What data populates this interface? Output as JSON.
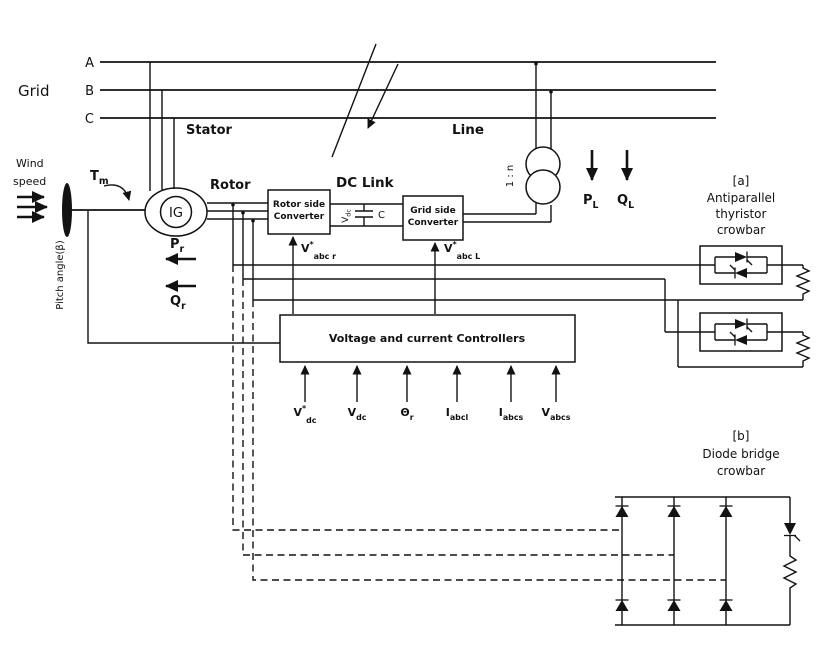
{
  "colors": {
    "ink": "#121212",
    "background": "#ffffff"
  },
  "grid": {
    "label": "Grid",
    "phases": [
      "A",
      "B",
      "C"
    ]
  },
  "machine": {
    "ig": "IG",
    "stator": "Stator",
    "rotor": "Rotor"
  },
  "wind": {
    "line1": "Wind",
    "line2": "speed"
  },
  "torque": {
    "base": "T",
    "sub": "m"
  },
  "pitch": {
    "label": "Pitch angle(β)"
  },
  "converters": {
    "rotor_side": {
      "line1": "Rotor side",
      "line2": "Converter"
    },
    "grid_side": {
      "line1": "Grid side",
      "line2": "Converter"
    },
    "dc_link": "DC Link",
    "vdc": {
      "base": "V",
      "sub": "dc"
    },
    "cap": "C"
  },
  "line_section": {
    "label": "Line",
    "ratio": "1 : n"
  },
  "power": {
    "pl": {
      "base": "P",
      "sub": "L"
    },
    "ql": {
      "base": "Q",
      "sub": "L"
    },
    "pr": {
      "base": "P",
      "sub": "r"
    },
    "qr": {
      "base": "Q",
      "sub": "r"
    }
  },
  "controller": {
    "label": "Voltage and current Controllers",
    "out_rotor": {
      "base": "V",
      "sup": "*",
      "sub": "abc r"
    },
    "out_grid": {
      "base": "V",
      "sup": "*",
      "sub": "abc L"
    },
    "inputs": [
      {
        "base": "V",
        "sup": "*",
        "sub": "dc"
      },
      {
        "base": "V",
        "sup": "",
        "sub": "dc"
      },
      {
        "base": "Θ",
        "sup": "",
        "sub": "r"
      },
      {
        "base": "I",
        "sup": "",
        "sub": "abcl"
      },
      {
        "base": "I",
        "sup": "",
        "sub": "abcs"
      },
      {
        "base": "V",
        "sup": "",
        "sub": "abcs"
      }
    ]
  },
  "crowbar_a": {
    "tag": "[a]",
    "line1": "Antiparallel",
    "line2": "thyristor",
    "line3": "crowbar"
  },
  "crowbar_b": {
    "tag": "[b]",
    "line1": "Diode bridge",
    "line2": "crowbar"
  }
}
